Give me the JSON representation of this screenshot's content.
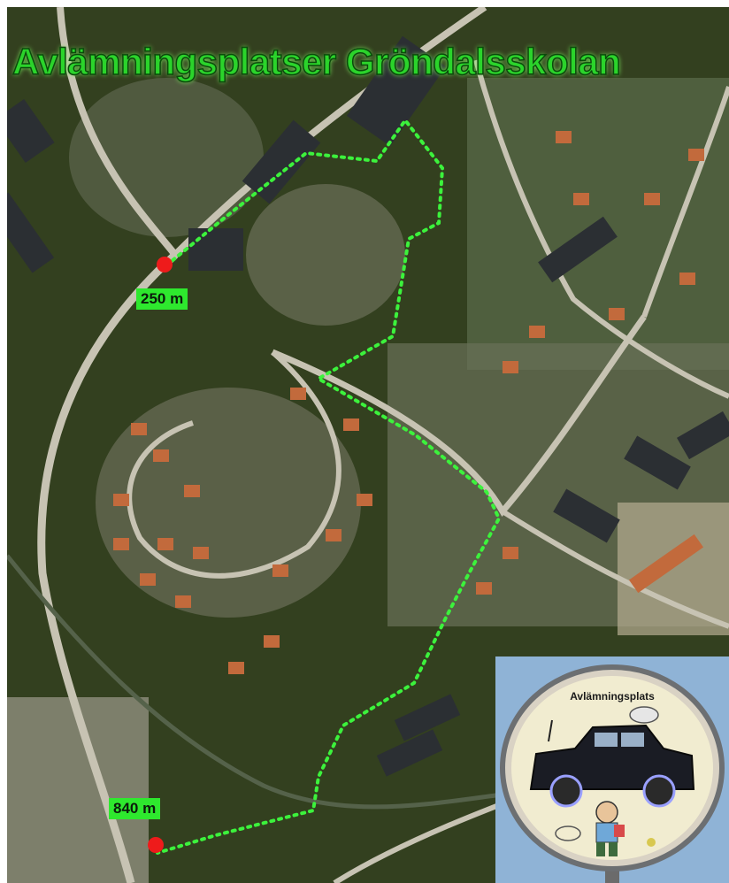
{
  "map": {
    "title": "Avlämningsplatser Gröndalsskolan",
    "dropoff_points": [
      {
        "distance_label": "250 m"
      },
      {
        "distance_label": "840 m"
      }
    ],
    "route_color": "#3cf23c",
    "marker_color": "#ee1b1b",
    "label_color": "#2ee82e"
  },
  "inset": {
    "sign_title": "Avlämningsplats",
    "sky_color": "#8fb3d6",
    "sign_background": "#f1ecd0"
  }
}
